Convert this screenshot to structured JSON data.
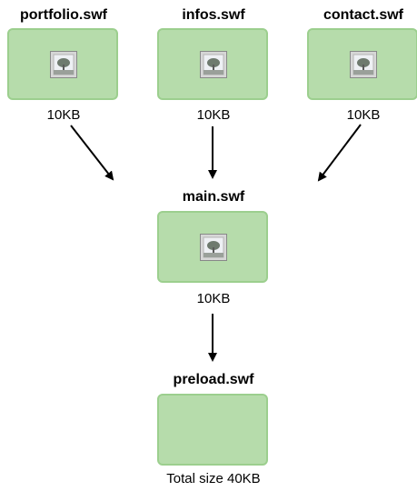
{
  "nodes": {
    "portfolio": {
      "title": "portfolio.swf",
      "size": "10KB"
    },
    "infos": {
      "title": "infos.swf",
      "size": "10KB"
    },
    "contact": {
      "title": "contact.swf",
      "size": "10KB"
    },
    "main": {
      "title": "main.swf",
      "size": "10KB"
    },
    "preload": {
      "title": "preload.swf",
      "size": "Total size 40KB"
    }
  },
  "colors": {
    "box_fill": "#b6dcab",
    "box_border": "#9ccf8e",
    "arrow": "#000000"
  },
  "icons": {
    "placeholder": "image-placeholder-icon"
  }
}
